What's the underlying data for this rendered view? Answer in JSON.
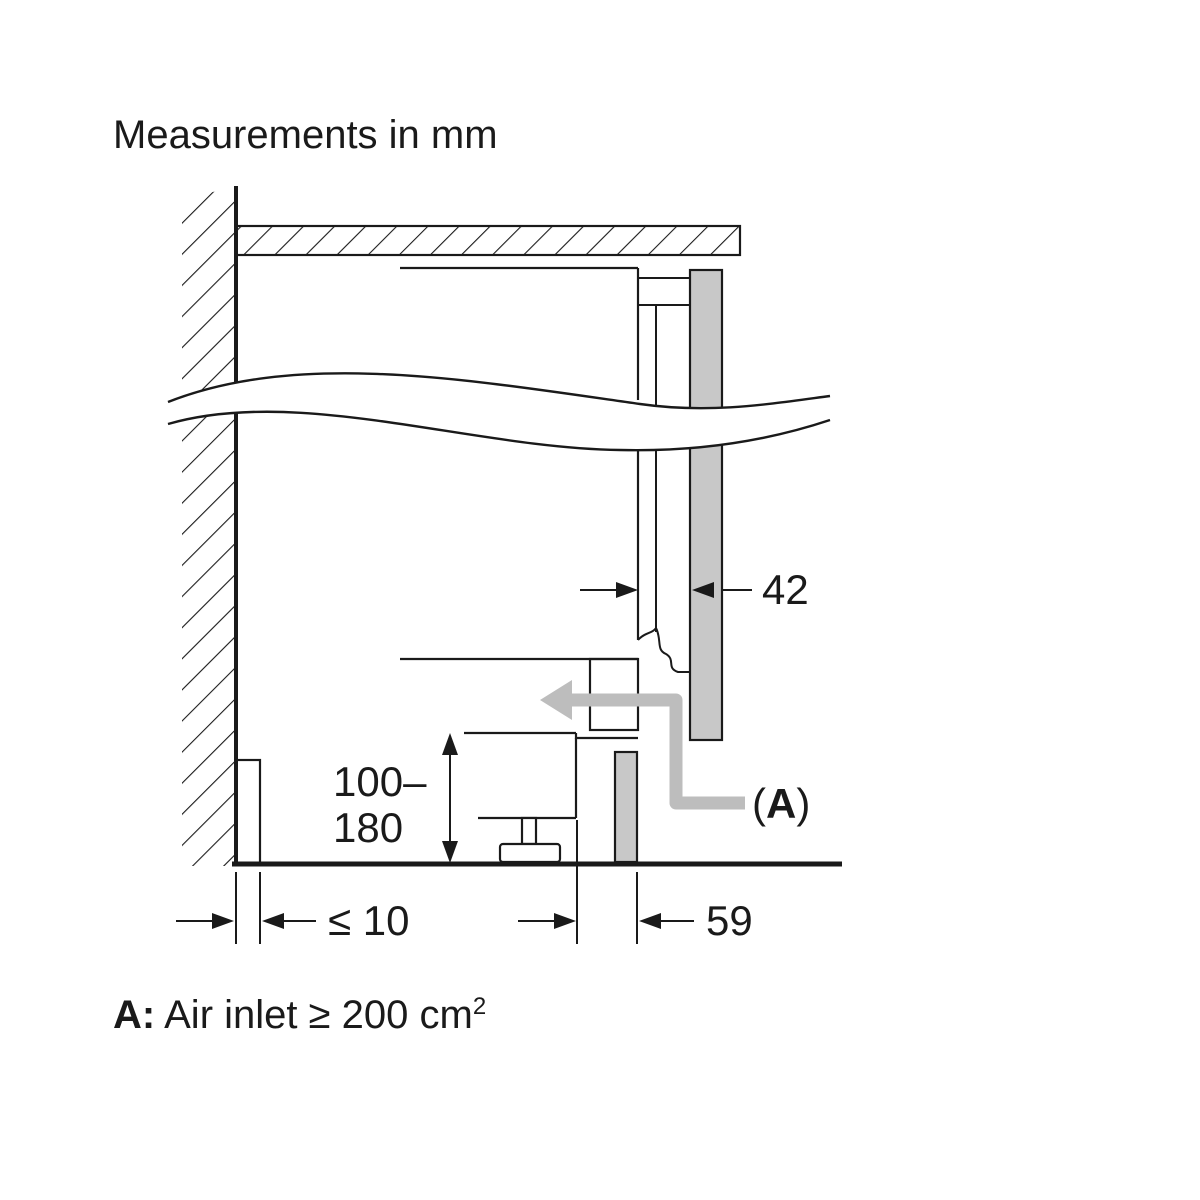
{
  "title": "Measurements in mm",
  "labels": {
    "dim_42": "42",
    "dim_height_line1": "100–",
    "dim_height_line2": "180",
    "dim_le10": "≤ 10",
    "dim_59": "59",
    "marker_open": "(",
    "marker_letter": "A",
    "marker_close": ")"
  },
  "legend": {
    "key": "A:",
    "text": " Air inlet ≥ 200 cm",
    "superscript": "2"
  },
  "colors": {
    "line": "#1a1a1a",
    "panel_fill": "#c8c8c8",
    "airflow_arrow": "#bdbdbd"
  }
}
